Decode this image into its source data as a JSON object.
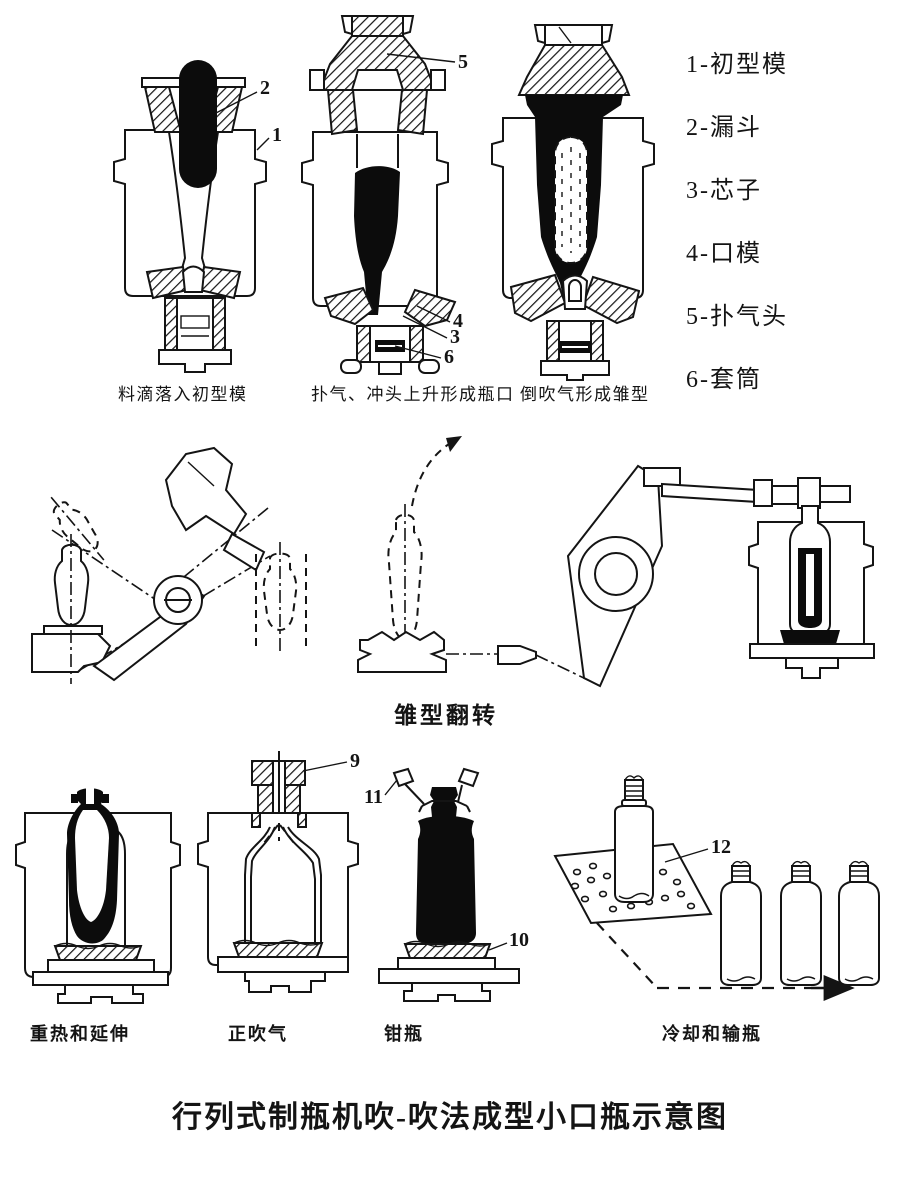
{
  "title": "行列式制瓶机吹-吹法成型小口瓶示意图",
  "legend": {
    "items": [
      "1-初型模",
      "2-漏斗",
      "3-芯子",
      "4-口模",
      "5-扑气头",
      "6-套筒"
    ]
  },
  "stages": {
    "drop": "料滴落入初型模",
    "settle_blow": "扑气、冲头上升形成瓶口",
    "counter_blow": "倒吹气形成雏型",
    "invert": "雏型翻转",
    "reheat": "重热和延伸",
    "final_blow": "正吹气",
    "takeout": "钳瓶",
    "cooling": "冷却和输瓶"
  },
  "callouts": {
    "n1": "1",
    "n2": "2",
    "n3": "3",
    "n4": "4",
    "n5": "5",
    "n6": "6",
    "n9": "9",
    "n10": "10",
    "n11": "11",
    "n12": "12"
  }
}
